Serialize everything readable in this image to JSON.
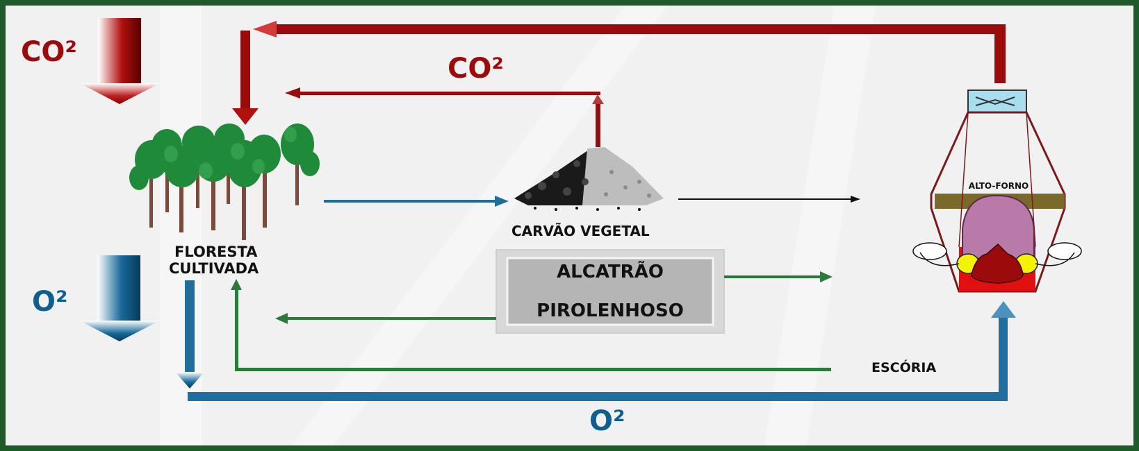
{
  "labels": {
    "co2_top_left": "CO²",
    "co2_middle": "CO²",
    "o2_left": "O²",
    "o2_bottom": "O²",
    "floresta_line1": "FLORESTA",
    "floresta_line2": "CULTIVADA",
    "carvao": "CARVÃO VEGETAL",
    "alcatrao": "ALCATRÃO",
    "pirolenhoso": "PIROLENHOSO",
    "escoria": "ESCÓRIA",
    "alto_forno": "ALTO-FORNO"
  },
  "colors": {
    "frame": "#1e5a2a",
    "background": "#f1f1f1",
    "co2_red": "#9b0b0b",
    "o2_blue": "#0e5f8f",
    "flow_blue": "#1f6f9e",
    "flow_green": "#2a7a3a",
    "tree_green": "#1f8a3a",
    "trunk_brown": "#7a4a3a",
    "furnace_purple": "#b87aa8",
    "furnace_red": "#e01010",
    "furnace_yellow": "#f4f400",
    "furnace_band": "#7a6a2a",
    "top_box": "#a8dff0"
  }
}
